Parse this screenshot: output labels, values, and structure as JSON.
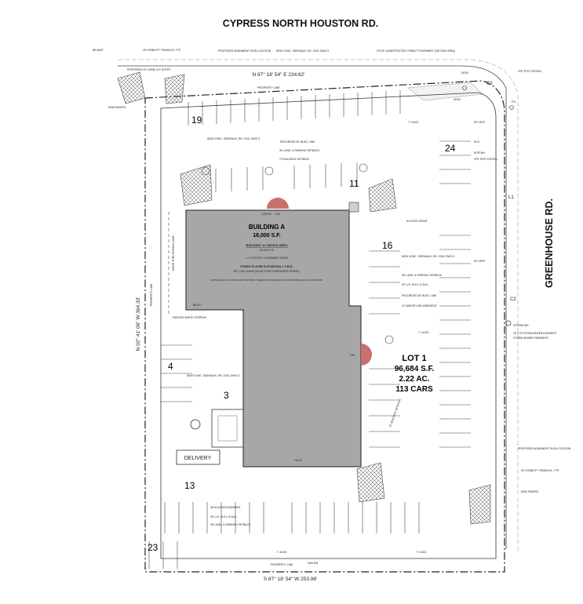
{
  "streets": {
    "north": "CYPRESS NORTH HOUSTON RD.",
    "east": "GREENHOUSE RD."
  },
  "bearings": {
    "north": "N 87° 18' 54\" E  234.62'",
    "south": "S 87° 18' 54\" W  253.98'",
    "west": "N 02° 41' 06\" W  364.33'"
  },
  "building": {
    "name": "BUILDING A",
    "area": "18,000 S.F.",
    "gross_label": "BUILDING 'A' GROSS AREA",
    "gross_value": "18,000 S.F.",
    "leasable_label": "± 17,933 S.F. LEASABLE AREA",
    "ffe_label": "FINISH FLOOR ELEVATION = T.B.D.",
    "ffe_note": "RE: CIVIL DWGS (SLAB TO BE A SEPARATE PERMIT)",
    "slab_note": "NOTE: EDGE OF FLOOR SLAB IS OFFSET 1' BEHIND OUTSIDE FACE OF CURTAINWALL AT ALL LOCATIONS"
  },
  "lot": {
    "title": "LOT 1",
    "area": "96,684 S.F.",
    "acres": "2.22 AC.",
    "cars": "113 CARS"
  },
  "stall_counts": [
    "19",
    "24",
    "11",
    "16",
    "4",
    "3",
    "13",
    "23"
  ],
  "labels": {
    "property_line": "PROPERTY LINE",
    "delivery": "DELIVERY",
    "dn": "DN",
    "access_drive": "ACCESS DRIVE",
    "sign": "SIGN",
    "c2": "C2",
    "l1": "L1",
    "fh": "FH",
    "storm_mh": "STORM MH",
    "storm_sewer": "STORM SEWER EASEMENT",
    "monument": "PROPOSED MONUMENT SIGN LOCATION",
    "visibility": "25' VISIBILITY TRIANGLE, TYP.",
    "new_pavers": "NEW PAVERS",
    "curb_cut": "PROPOSED 20' CURB CUT ENTRY",
    "new_sidewalk": "NEW CONC. SIDEWALK, RE: CIVIL DWG.S",
    "drive_thru": "DRIVE THRU BYPASS LANE",
    "painted_striping": "PAINTED WHITE STRIPING",
    "bldg_line_25": "RECORDED 25' BLDG. LINE",
    "landscape_setback": "35' LAND. & PARKING SETBACK",
    "bldg_setback_70": "70' BUILDING SETBACK",
    "water_line_easement": "10' WATER LINE ASSEMENT",
    "access_easement": "28' ACCESS EASEMENT",
    "umbrella_easement": "25' U.E. W.H.C.E.M.A.",
    "building_setback_side": "10' BUILDING SETBACK",
    "sanitary": "SAN MH",
    "cpe_station": "CPE TEST STATION",
    "wtr_mh": "WTR MH",
    "sr_vent": "SR VENT",
    "rcv": "RCV",
    "ten_by_twenty": "15' X 20' STORM SEWER EASEMENT",
    "unobstructed": "973 SF UNOBSTRUCTED VISIBILITY EASEMENT (HATCHED AREA)",
    "bb_wait": "BB WAIT",
    "dim_120": "120.00'",
    "dim_80": "80.00'",
    "dim_76": "76.00'",
    "ref_a103": "7 / A103"
  },
  "colors": {
    "building_fill": "#a7a7a7",
    "line": "#222222",
    "red_dot": "#c9706e",
    "hatch": "#555555"
  }
}
